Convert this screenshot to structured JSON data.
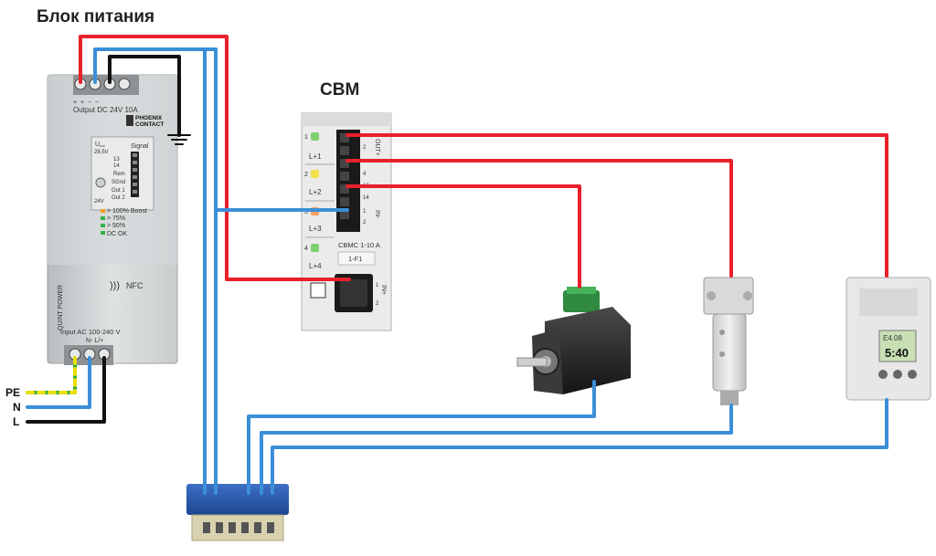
{
  "title": "Блок питания",
  "psu": {
    "output_label": "Output DC 24V 10A",
    "brand_line1": "PHOENIX",
    "brand_line2": "CONTACT",
    "signal_label": "Signal",
    "uout": "U",
    "uout_sub": "out",
    "uout_value": "28,5V",
    "u24": "24V",
    "t13": "13",
    "t14": "14",
    "rem": "Rem",
    "sgnd": "SGnd",
    "out1": "Out 1",
    "out2": "Out 2",
    "boost": "> 100% Boost",
    "p75": "> 75%",
    "p50": "> 50%",
    "dcok": "DC OK",
    "nfc": "NFC",
    "quint": "QUINT POWER",
    "input_label": "Input AC 100-240 V",
    "input_terms": "N- L/+"
  },
  "mains": {
    "pe": "PE",
    "n": "N",
    "l": "L"
  },
  "cbm": {
    "title": "CBM",
    "channels": [
      {
        "num": "1",
        "label": "L+1"
      },
      {
        "num": "2",
        "label": "L+2"
      },
      {
        "num": "3",
        "label": "L+3"
      },
      {
        "num": "4",
        "label": "L+4"
      }
    ],
    "out_label": "OUT+",
    "in_label": "IN-",
    "in_plus_label": "IN+",
    "model": "CBMC 1-10 A",
    "slot": "1-F1",
    "pin_2a": "2",
    "pin_4": "4",
    "pin_13": "13",
    "pin_14": "14",
    "pin_1": "1",
    "pin_2b": "2",
    "pin_in1": "1",
    "pin_in2": "2"
  },
  "timer": {
    "display_top": "E4.08",
    "display_time": "5:40"
  },
  "colors": {
    "positive": "#e8202a",
    "negative": "#3b8fd8",
    "ground": "#111111",
    "pe": "#e8e000"
  }
}
